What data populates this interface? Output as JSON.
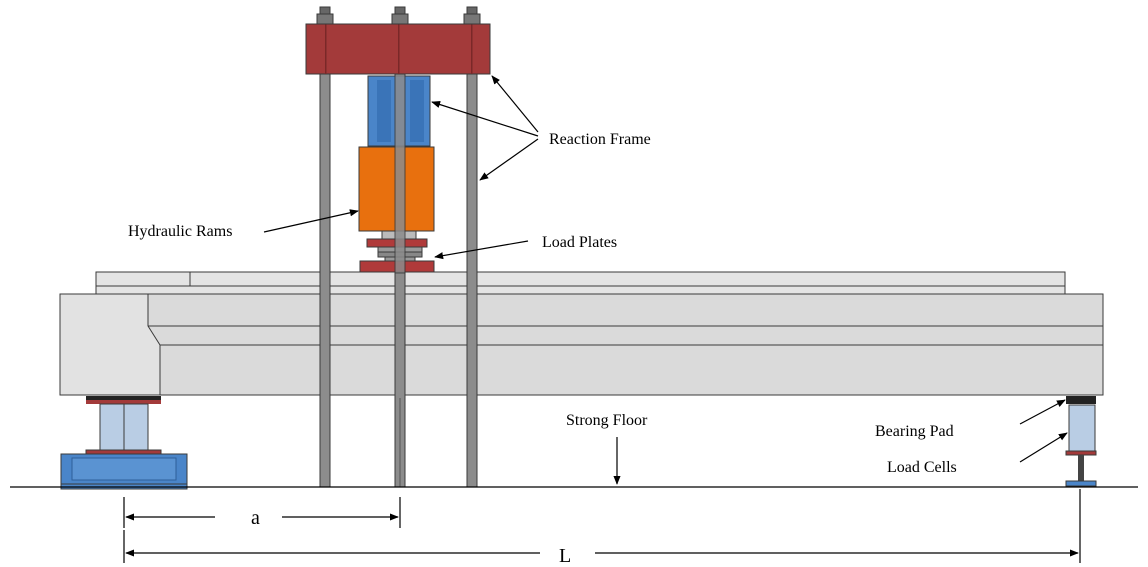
{
  "labels": {
    "reaction_frame": "Reaction Frame",
    "hydraulic_rams": "Hydraulic Rams",
    "load_plates": "Load Plates",
    "strong_floor": "Strong Floor",
    "bearing_pad": "Bearing Pad",
    "load_cells": "Load Cells",
    "dim_a": "a",
    "dim_L": "L"
  },
  "colors": {
    "reaction_beam": "#a33a3a",
    "hydraulic_ram_upper": "#4a85c9",
    "hydraulic_ram_lower": "#e8700e",
    "load_plate": "#b03a3a",
    "rod": "#8c8c8c",
    "girder": "#dcdcdc",
    "support_base": "#4a85c9",
    "load_cell": "#b9cde4",
    "bearing_pad": "#222222"
  }
}
